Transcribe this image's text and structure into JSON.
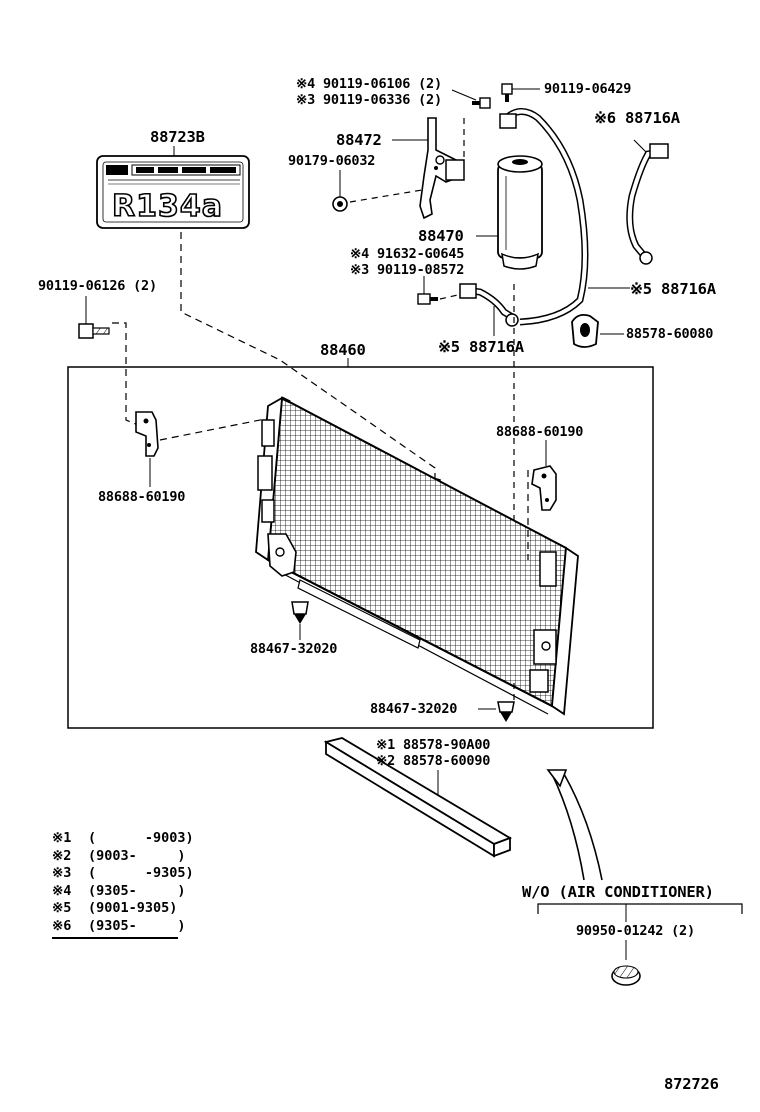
{
  "labels": {
    "p_4_90119_06106": "※4 90119-06106 (2)",
    "p_3_90119_06336": "※3 90119-06336 (2)",
    "p_90119_06429": "90119-06429",
    "p_88723b": "88723B",
    "p_88472": "88472",
    "p_6_88716a": "※6 88716A",
    "p_90179_06032": "90179-06032",
    "p_88470": "88470",
    "p_4_91632_g0645": "※4 91632-G0645",
    "p_3_90119_08572": "※3 90119-08572",
    "p_90119_06126": "90119-06126 (2)",
    "p_5_88716a_right": "※5 88716A",
    "p_88578_60080": "88578-60080",
    "p_5_88716a_lower": "※5 88716A",
    "p_88460": "88460",
    "p_88688_60190_right": "88688-60190",
    "p_88688_60190_left": "88688-60190",
    "p_88467_32020_left": "88467-32020",
    "p_88467_32020_right": "88467-32020",
    "p_1_88578_90a00": "※1 88578-90A00",
    "p_2_88578_60090": "※2 88578-60090",
    "wo_air_conditioner": "W/O (AIR CONDITIONER)",
    "p_90950_01242": "90950-01242 (2)",
    "diagram_id": "872726"
  },
  "sticker": {
    "text": "R134a"
  },
  "legend": [
    {
      "key": "※1",
      "value": "(      -9003)"
    },
    {
      "key": "※2",
      "value": "(9003-     )"
    },
    {
      "key": "※3",
      "value": "(      -9305)"
    },
    {
      "key": "※4",
      "value": "(9305-     )"
    },
    {
      "key": "※5",
      "value": "(9001-9305)"
    },
    {
      "key": "※6",
      "value": "(9305-     )"
    }
  ]
}
